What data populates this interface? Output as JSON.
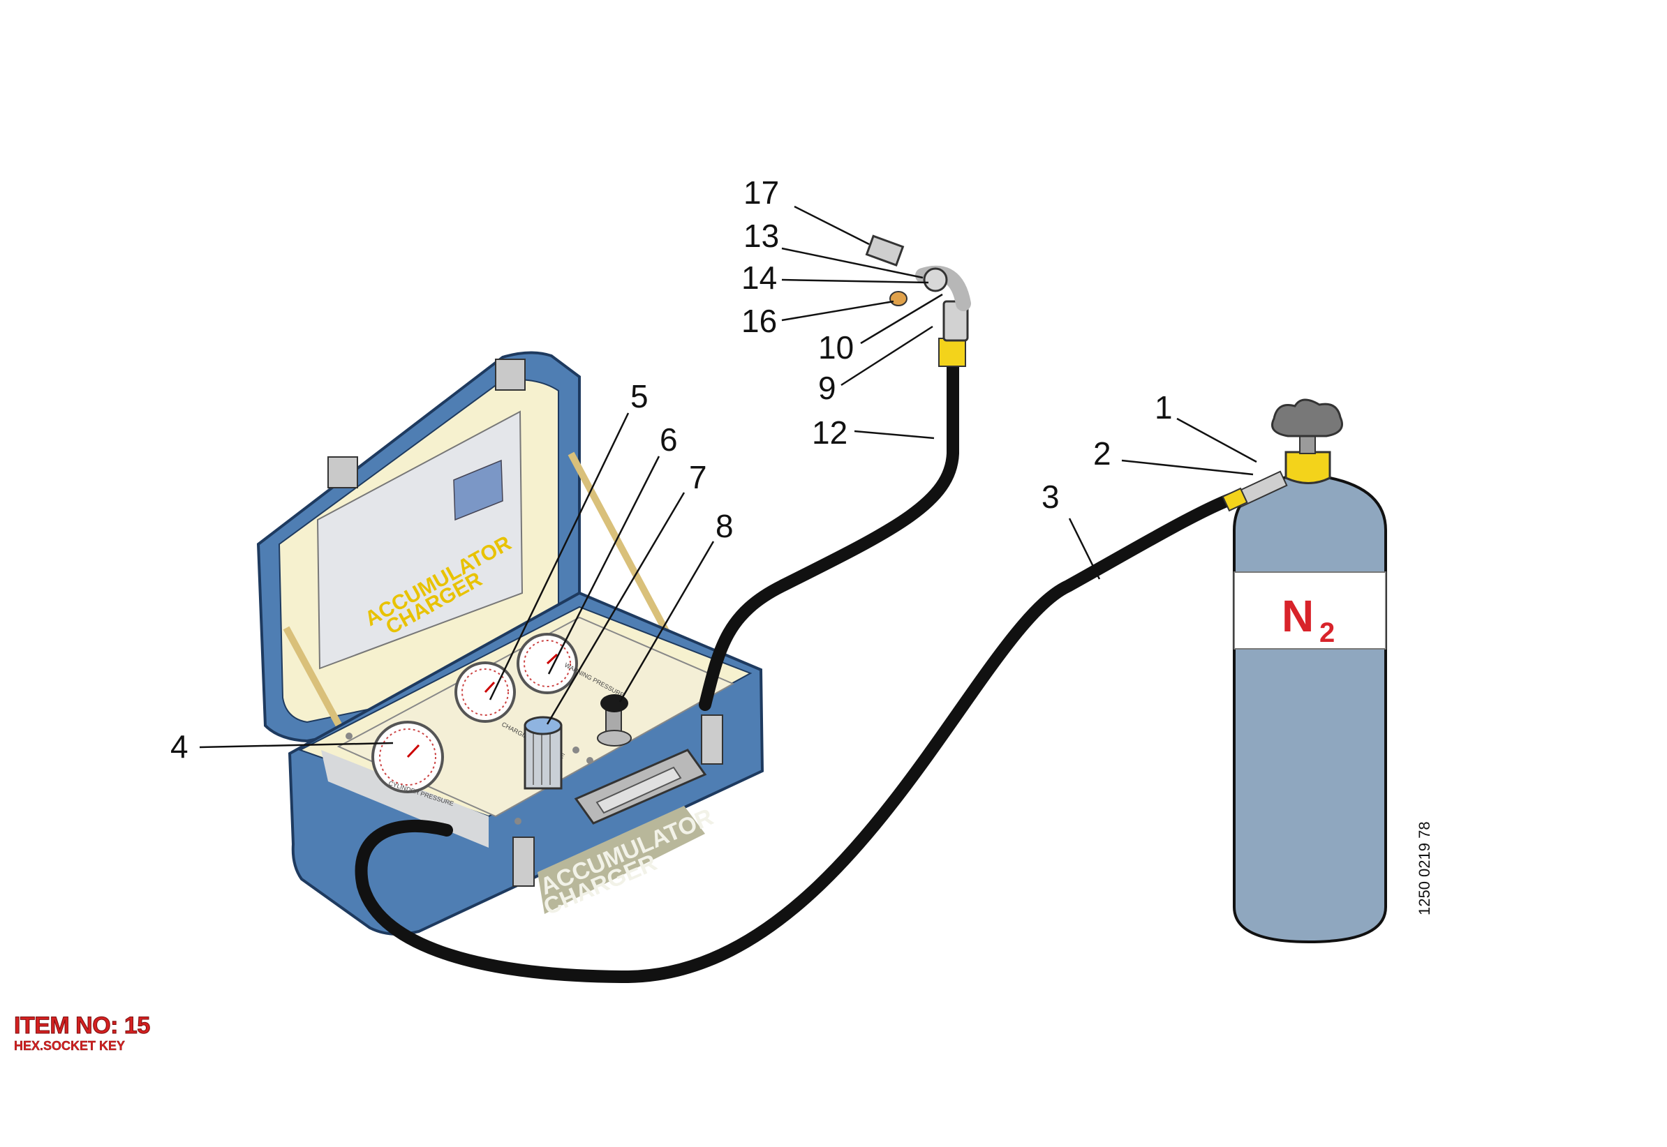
{
  "callouts": [
    {
      "id": "1",
      "label": "1"
    },
    {
      "id": "2",
      "label": "2"
    },
    {
      "id": "3",
      "label": "3"
    },
    {
      "id": "4",
      "label": "4"
    },
    {
      "id": "5",
      "label": "5"
    },
    {
      "id": "6",
      "label": "6"
    },
    {
      "id": "7",
      "label": "7"
    },
    {
      "id": "8",
      "label": "8"
    },
    {
      "id": "9",
      "label": "9"
    },
    {
      "id": "10",
      "label": "10"
    },
    {
      "id": "12",
      "label": "12"
    },
    {
      "id": "13",
      "label": "13"
    },
    {
      "id": "14",
      "label": "14"
    },
    {
      "id": "16",
      "label": "16"
    },
    {
      "id": "17",
      "label": "17"
    }
  ],
  "case": {
    "lid_title_line1": "ACCUMULATOR",
    "lid_title_line2": "CHARGER",
    "side_label_line1": "ACCUMULATOR",
    "side_label_line2": "CHARGER",
    "gauge_caption_cylinder": "CYLINDER PRESSURE",
    "gauge_caption_charging": "CHARGING PRESSURE",
    "gauge_caption_warning": "WARNING PRESSURE"
  },
  "cylinder": {
    "gas": "N",
    "gas_subscript": "2"
  },
  "document_number": "1250 0219 78",
  "item": {
    "title": "ITEM NO: 15",
    "subtitle": "HEX.SOCKET KEY"
  },
  "colors": {
    "case_blue": "#4f7eb3",
    "case_inner": "#f6f1cf",
    "cylinder_grey": "#8fa7bf",
    "valve_yellow": "#f3d31b",
    "hose": "#111111",
    "item_red": "#d42020"
  }
}
